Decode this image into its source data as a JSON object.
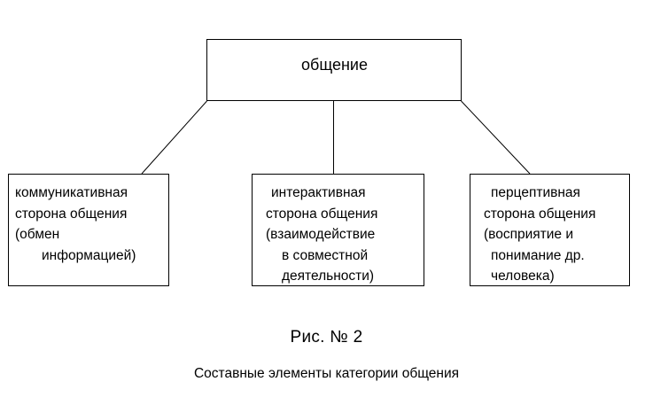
{
  "diagram": {
    "type": "tree",
    "background_color": "#ffffff",
    "line_color": "#000000",
    "text_color": "#000000",
    "root": {
      "id": "obshchenie",
      "lines": [
        "общение"
      ]
    },
    "children": [
      {
        "id": "communicative",
        "lines": [
          "коммуникативная",
          "сторона общения",
          "(обмен",
          "информацией)"
        ]
      },
      {
        "id": "interactive",
        "lines": [
          "интерактивная",
          "сторона общения",
          "(взаимодействие",
          "в совместной",
          "деятельности)"
        ]
      },
      {
        "id": "perceptive",
        "lines": [
          "перцептивная",
          "сторона общения",
          "(восприятие и",
          "понимание др.",
          "человека)"
        ]
      }
    ]
  },
  "caption": {
    "figure_number": "Рис. № 2",
    "title": "Составные элементы категории общения"
  }
}
